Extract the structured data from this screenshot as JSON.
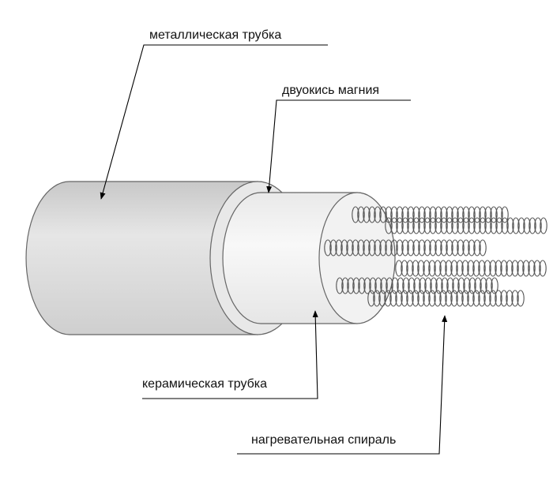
{
  "labels": {
    "metal_tube": "металлическая трубка",
    "magnesium_oxide": "двуокись магния",
    "ceramic_tube": "керамическая трубка",
    "heating_spiral": "нагревательная спираль"
  },
  "colors": {
    "metal_tube_body": "#d9d9d9",
    "magnesium_layer": "#ececec",
    "ceramic_tube": "#f4f4f4",
    "coil": "#555555",
    "leader_line": "#000000"
  }
}
